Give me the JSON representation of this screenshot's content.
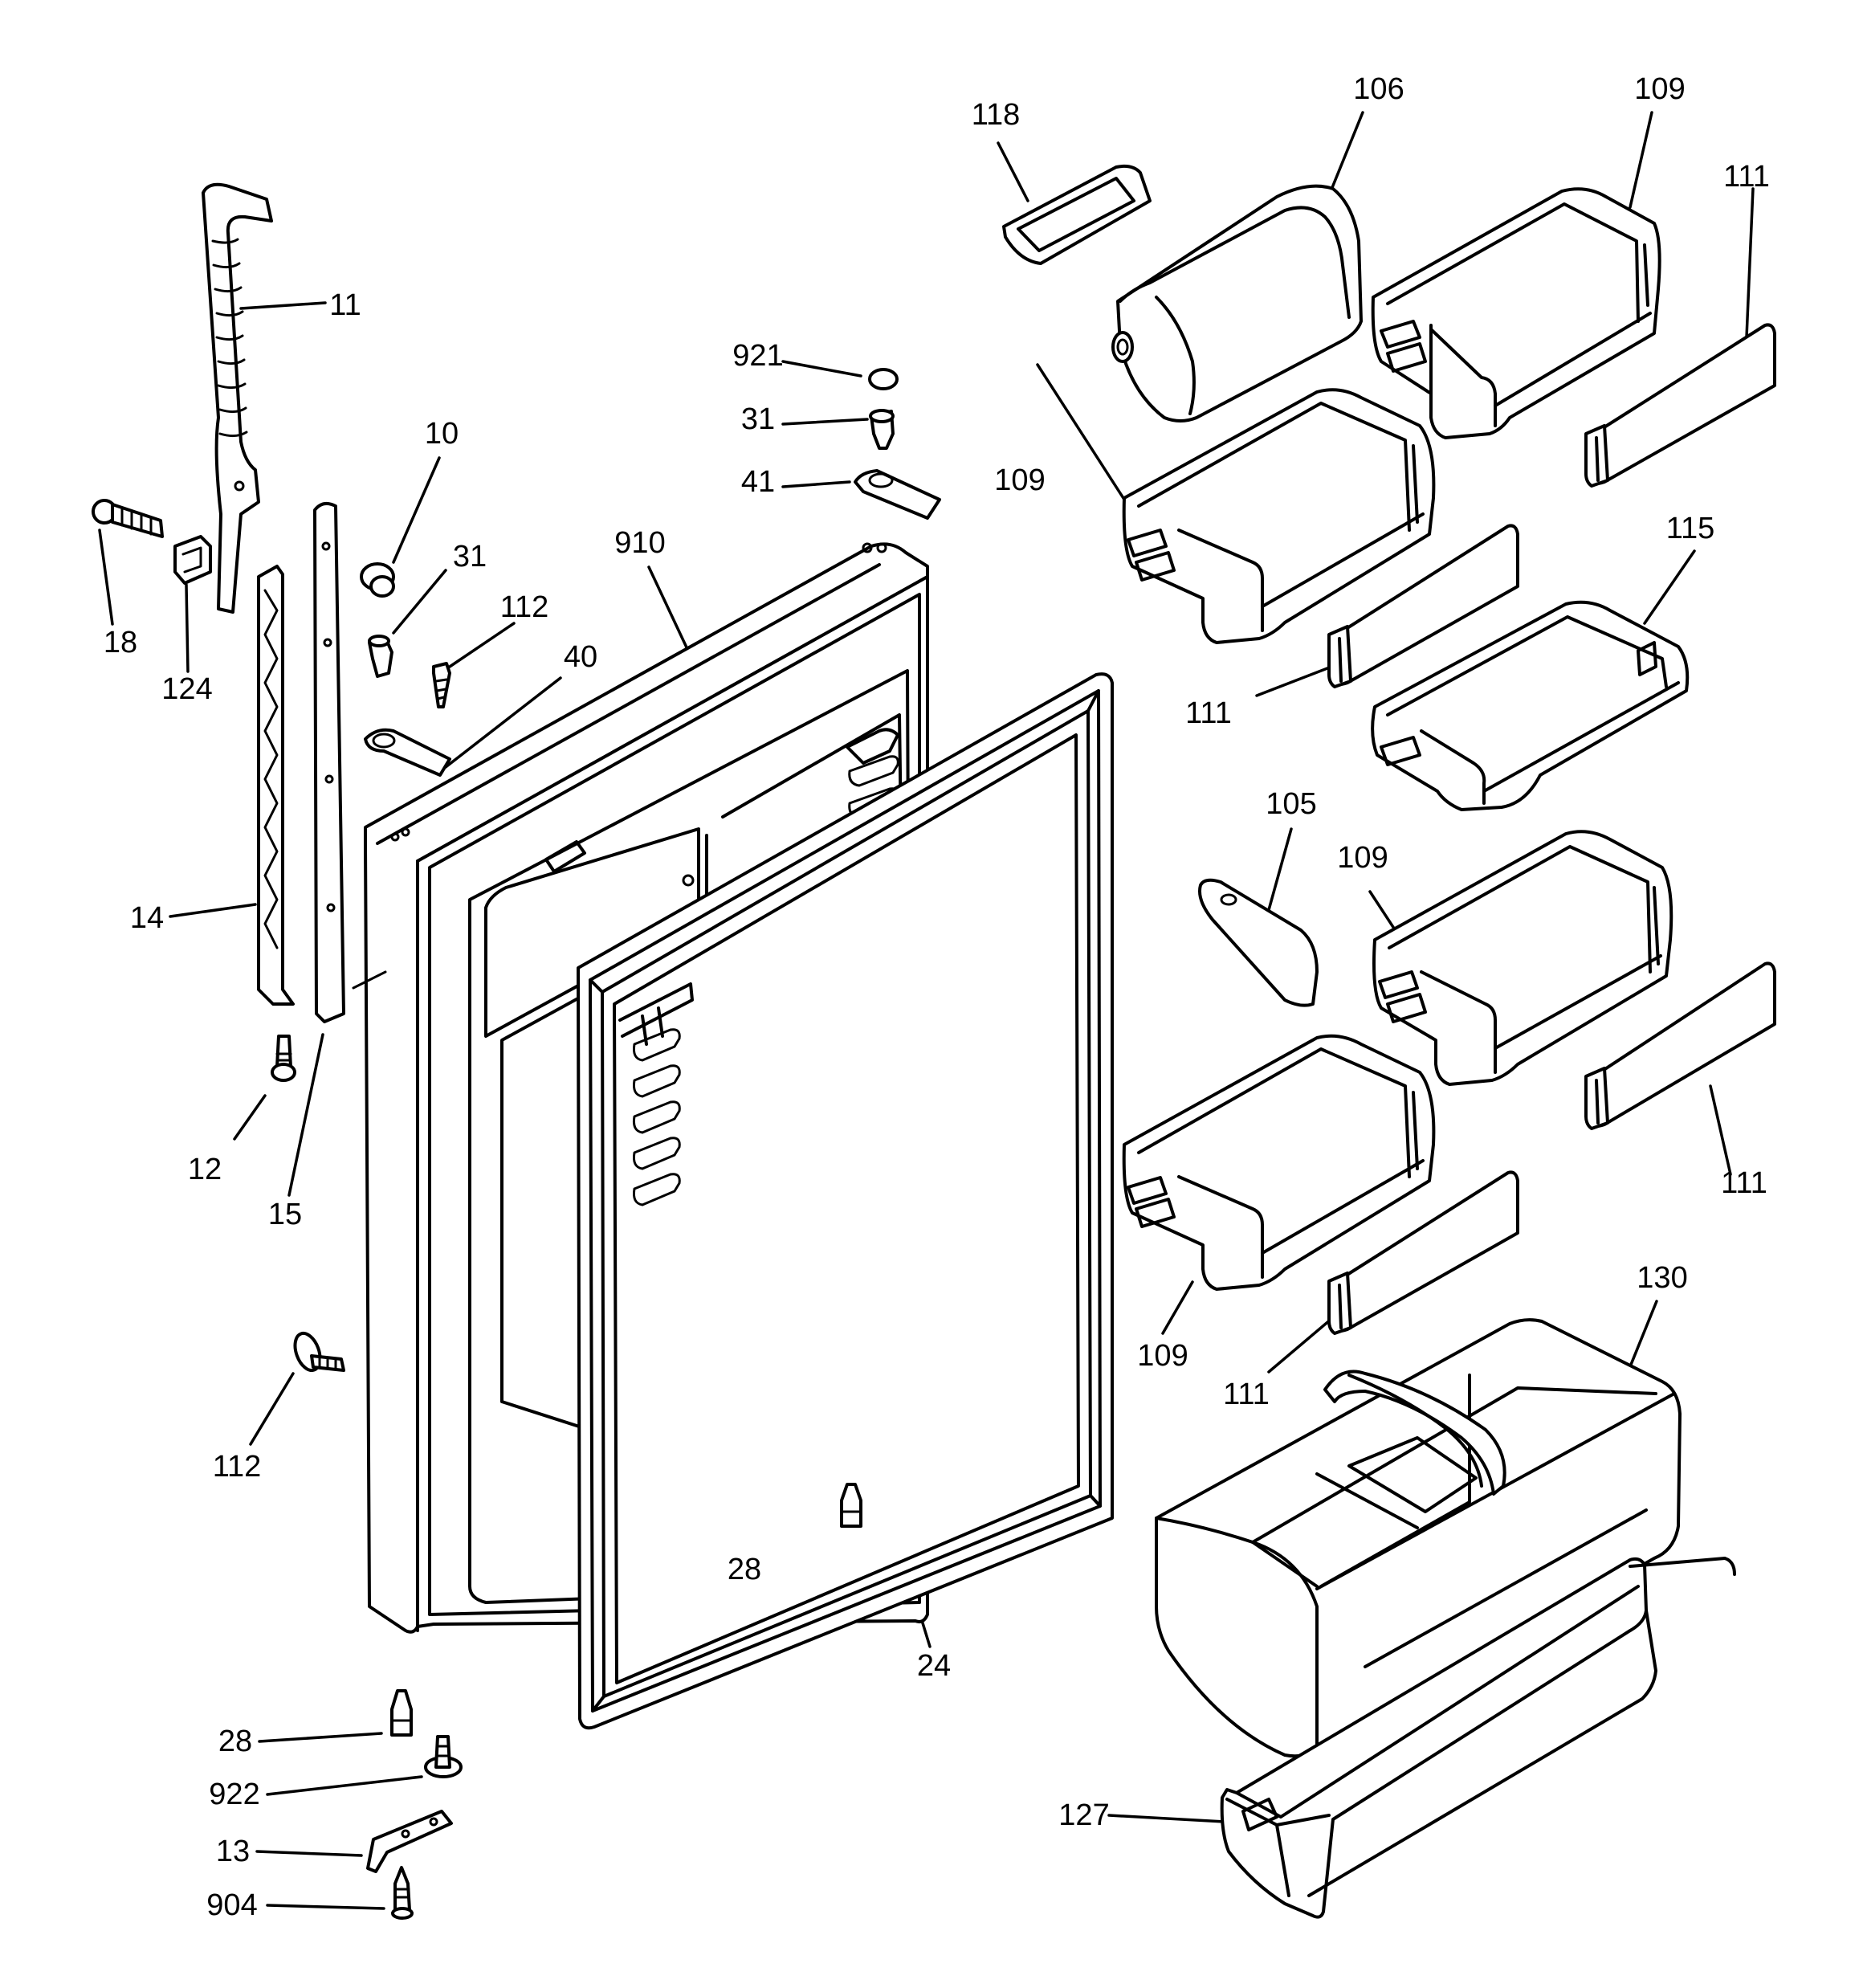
{
  "callouts": {
    "c118": "118",
    "c106": "106",
    "c109_top": "109",
    "c111_top": "111",
    "c921": "921",
    "c31_right": "31",
    "c41": "41",
    "c11": "11",
    "c10": "10",
    "c31_left": "31",
    "c112_top": "112",
    "c40": "40",
    "c910": "910",
    "c18": "18",
    "c124": "124",
    "c109_mid": "109",
    "c111_mid": "111",
    "c115": "115",
    "c105": "105",
    "c109_low": "109",
    "c14": "14",
    "c111_low": "111",
    "c12": "12",
    "c15": "15",
    "c109_bot": "109",
    "c111_bot": "111",
    "c130": "130",
    "c112_bot": "112",
    "c28_center": "28",
    "c24": "24",
    "c28_left": "28",
    "c922": "922",
    "c13": "13",
    "c904": "904",
    "c127": "127"
  }
}
